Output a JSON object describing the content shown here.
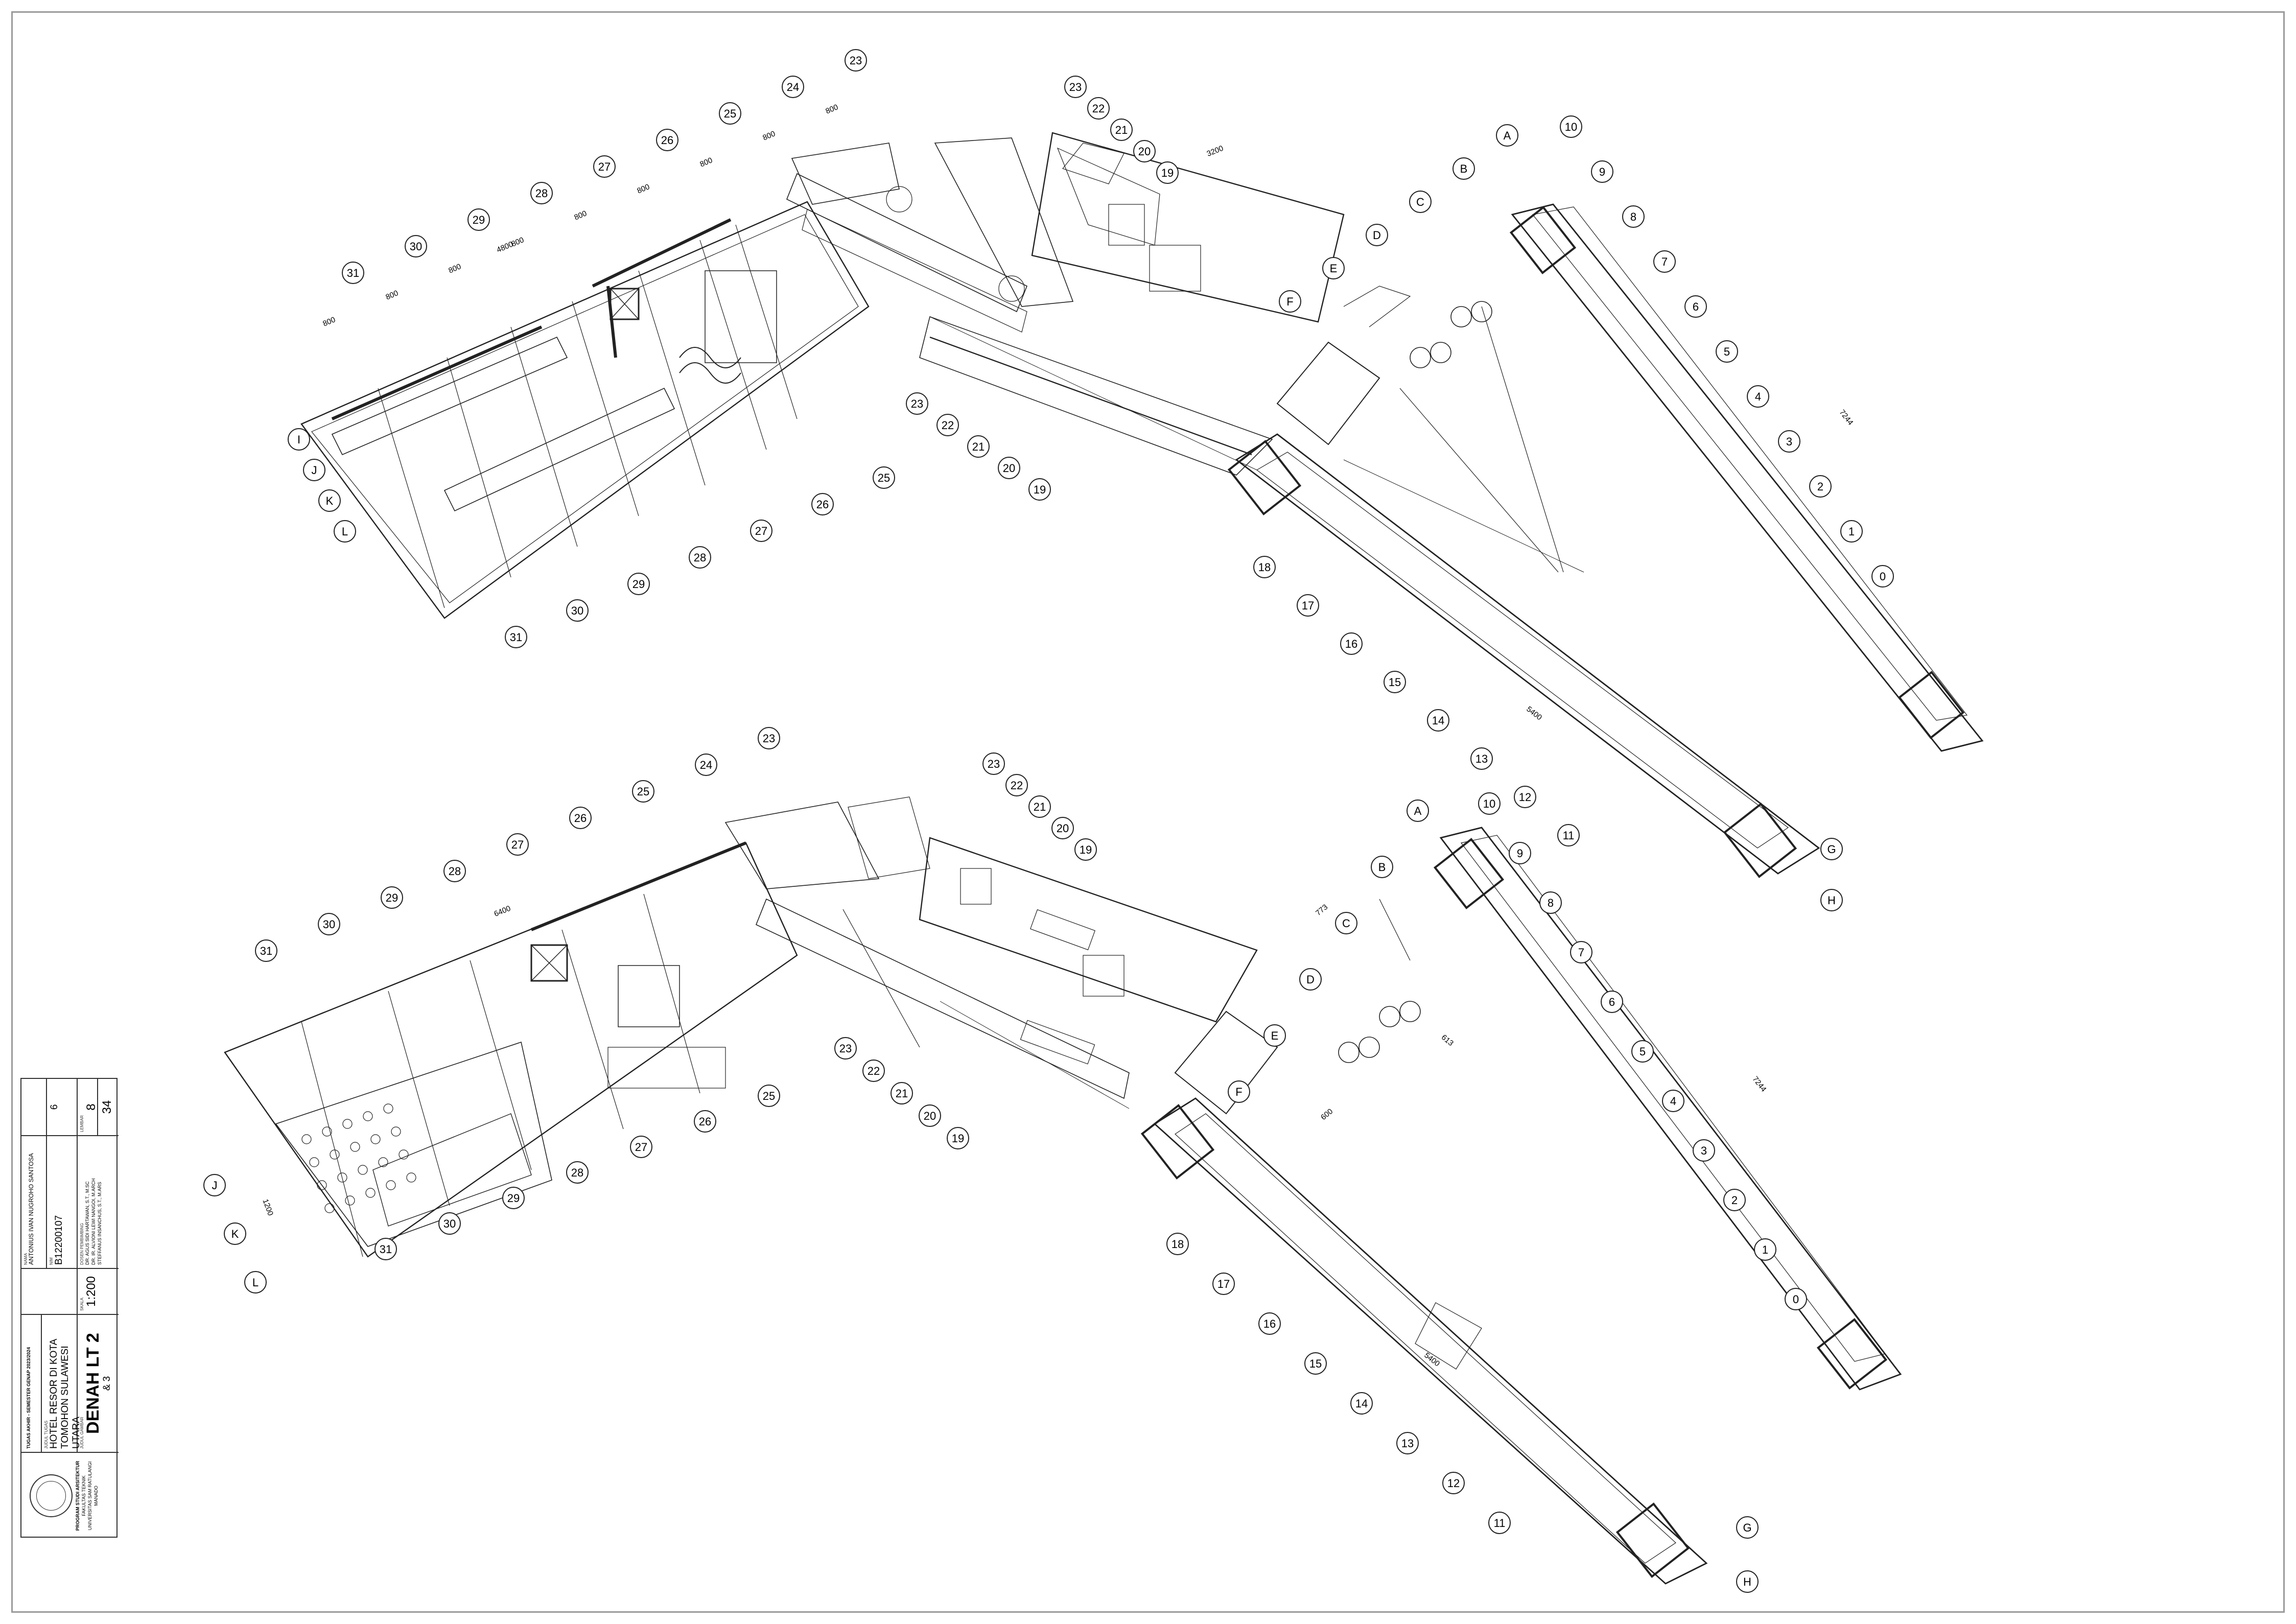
{
  "drawing": {
    "plan2": {
      "upper_grid": [
        "23",
        "24",
        "25",
        "26",
        "27",
        "28",
        "29",
        "30",
        "31"
      ],
      "upper_dims": [
        "800",
        "800",
        "800",
        "800",
        "800",
        "800",
        "800",
        "800",
        "800"
      ],
      "lower_grid": [
        "25",
        "26",
        "27",
        "28",
        "29",
        "30",
        "31"
      ],
      "row_grid": [
        "I",
        "J",
        "K",
        "L"
      ],
      "connector_top": [
        "23",
        "22",
        "21",
        "20",
        "19"
      ],
      "connector_bottom": [
        "23",
        "22",
        "21",
        "20",
        "19"
      ],
      "wing_a_grid": [
        "10",
        "9",
        "8",
        "7",
        "6",
        "5",
        "4",
        "3",
        "2",
        "1",
        "0"
      ],
      "wing_a_rows": [
        "A",
        "B",
        "C",
        "D",
        "E",
        "F"
      ],
      "wing_b_grid": [
        "18",
        "17",
        "16",
        "15",
        "14",
        "13",
        "12",
        "11"
      ],
      "wing_b_rows": [
        "G",
        "H"
      ],
      "total_dims": [
        "4800",
        "3200",
        "5400",
        "7244"
      ]
    },
    "plan3": {
      "upper_grid": [
        "23",
        "24",
        "25",
        "26",
        "27",
        "28",
        "29",
        "30",
        "31"
      ],
      "lower_grid": [
        "25",
        "26",
        "27",
        "28",
        "29",
        "30",
        "31"
      ],
      "row_grid": [
        "J",
        "K",
        "L"
      ],
      "connector_top": [
        "23",
        "22",
        "21",
        "20",
        "19"
      ],
      "connector_bottom": [
        "23",
        "22",
        "21",
        "20",
        "19"
      ],
      "wing_a_grid": [
        "10",
        "9",
        "8",
        "7",
        "6",
        "5",
        "4",
        "3",
        "2",
        "1",
        "0"
      ],
      "wing_a_rows": [
        "A",
        "B",
        "C",
        "D",
        "E",
        "F"
      ],
      "wing_b_grid": [
        "18",
        "17",
        "16",
        "15",
        "14",
        "13",
        "12",
        "11"
      ],
      "wing_b_rows": [
        "G",
        "H"
      ],
      "total_dims": [
        "6400",
        "5400",
        "7244"
      ],
      "extra_dims": [
        "773",
        "600",
        "613",
        "1200"
      ]
    }
  },
  "title_block": {
    "program": "PROGRAM STUDI ARSITEKTUR",
    "faculty": "FAKULTAS TEKNIK",
    "university": "UNIVERSITAS SAM RATULANGI",
    "city": "MANADO",
    "assignment": "TUGAS AKHIR - SEMESTER GENAP 2023/2024",
    "project_label": "JUDUL TUGAS",
    "project_line1": "HOTEL RESOR DI KOTA",
    "project_line2": "TOMOHON SULAWESI UTARA",
    "drawing_label": "JUDUL GAMBAR",
    "drawing_title": "DENAH LT 2",
    "drawing_title2": "& 3",
    "scale_label": "SKALA",
    "scale": "1:200",
    "name_label": "NAMA",
    "student_name": "ANTONIUS IVAN NUGROHO SANTOSA",
    "nim_label": "NIM",
    "nim": "B12200107",
    "supervisors_label": "DOSEN PEMBIMBING",
    "supervisor_1": "DR. AGUS SIDI HARTAWAN, S.T., M.SC",
    "supervisor_2": "DR. IR. ALVIONI LEWI NANGOI, M.ARCH",
    "examiner": "STEFFANUS INSANCHUS, S.T., M.ARS",
    "sheet_label": "LEMBAR",
    "sheet_no": "8",
    "sheet_total": "34",
    "code": "6"
  }
}
